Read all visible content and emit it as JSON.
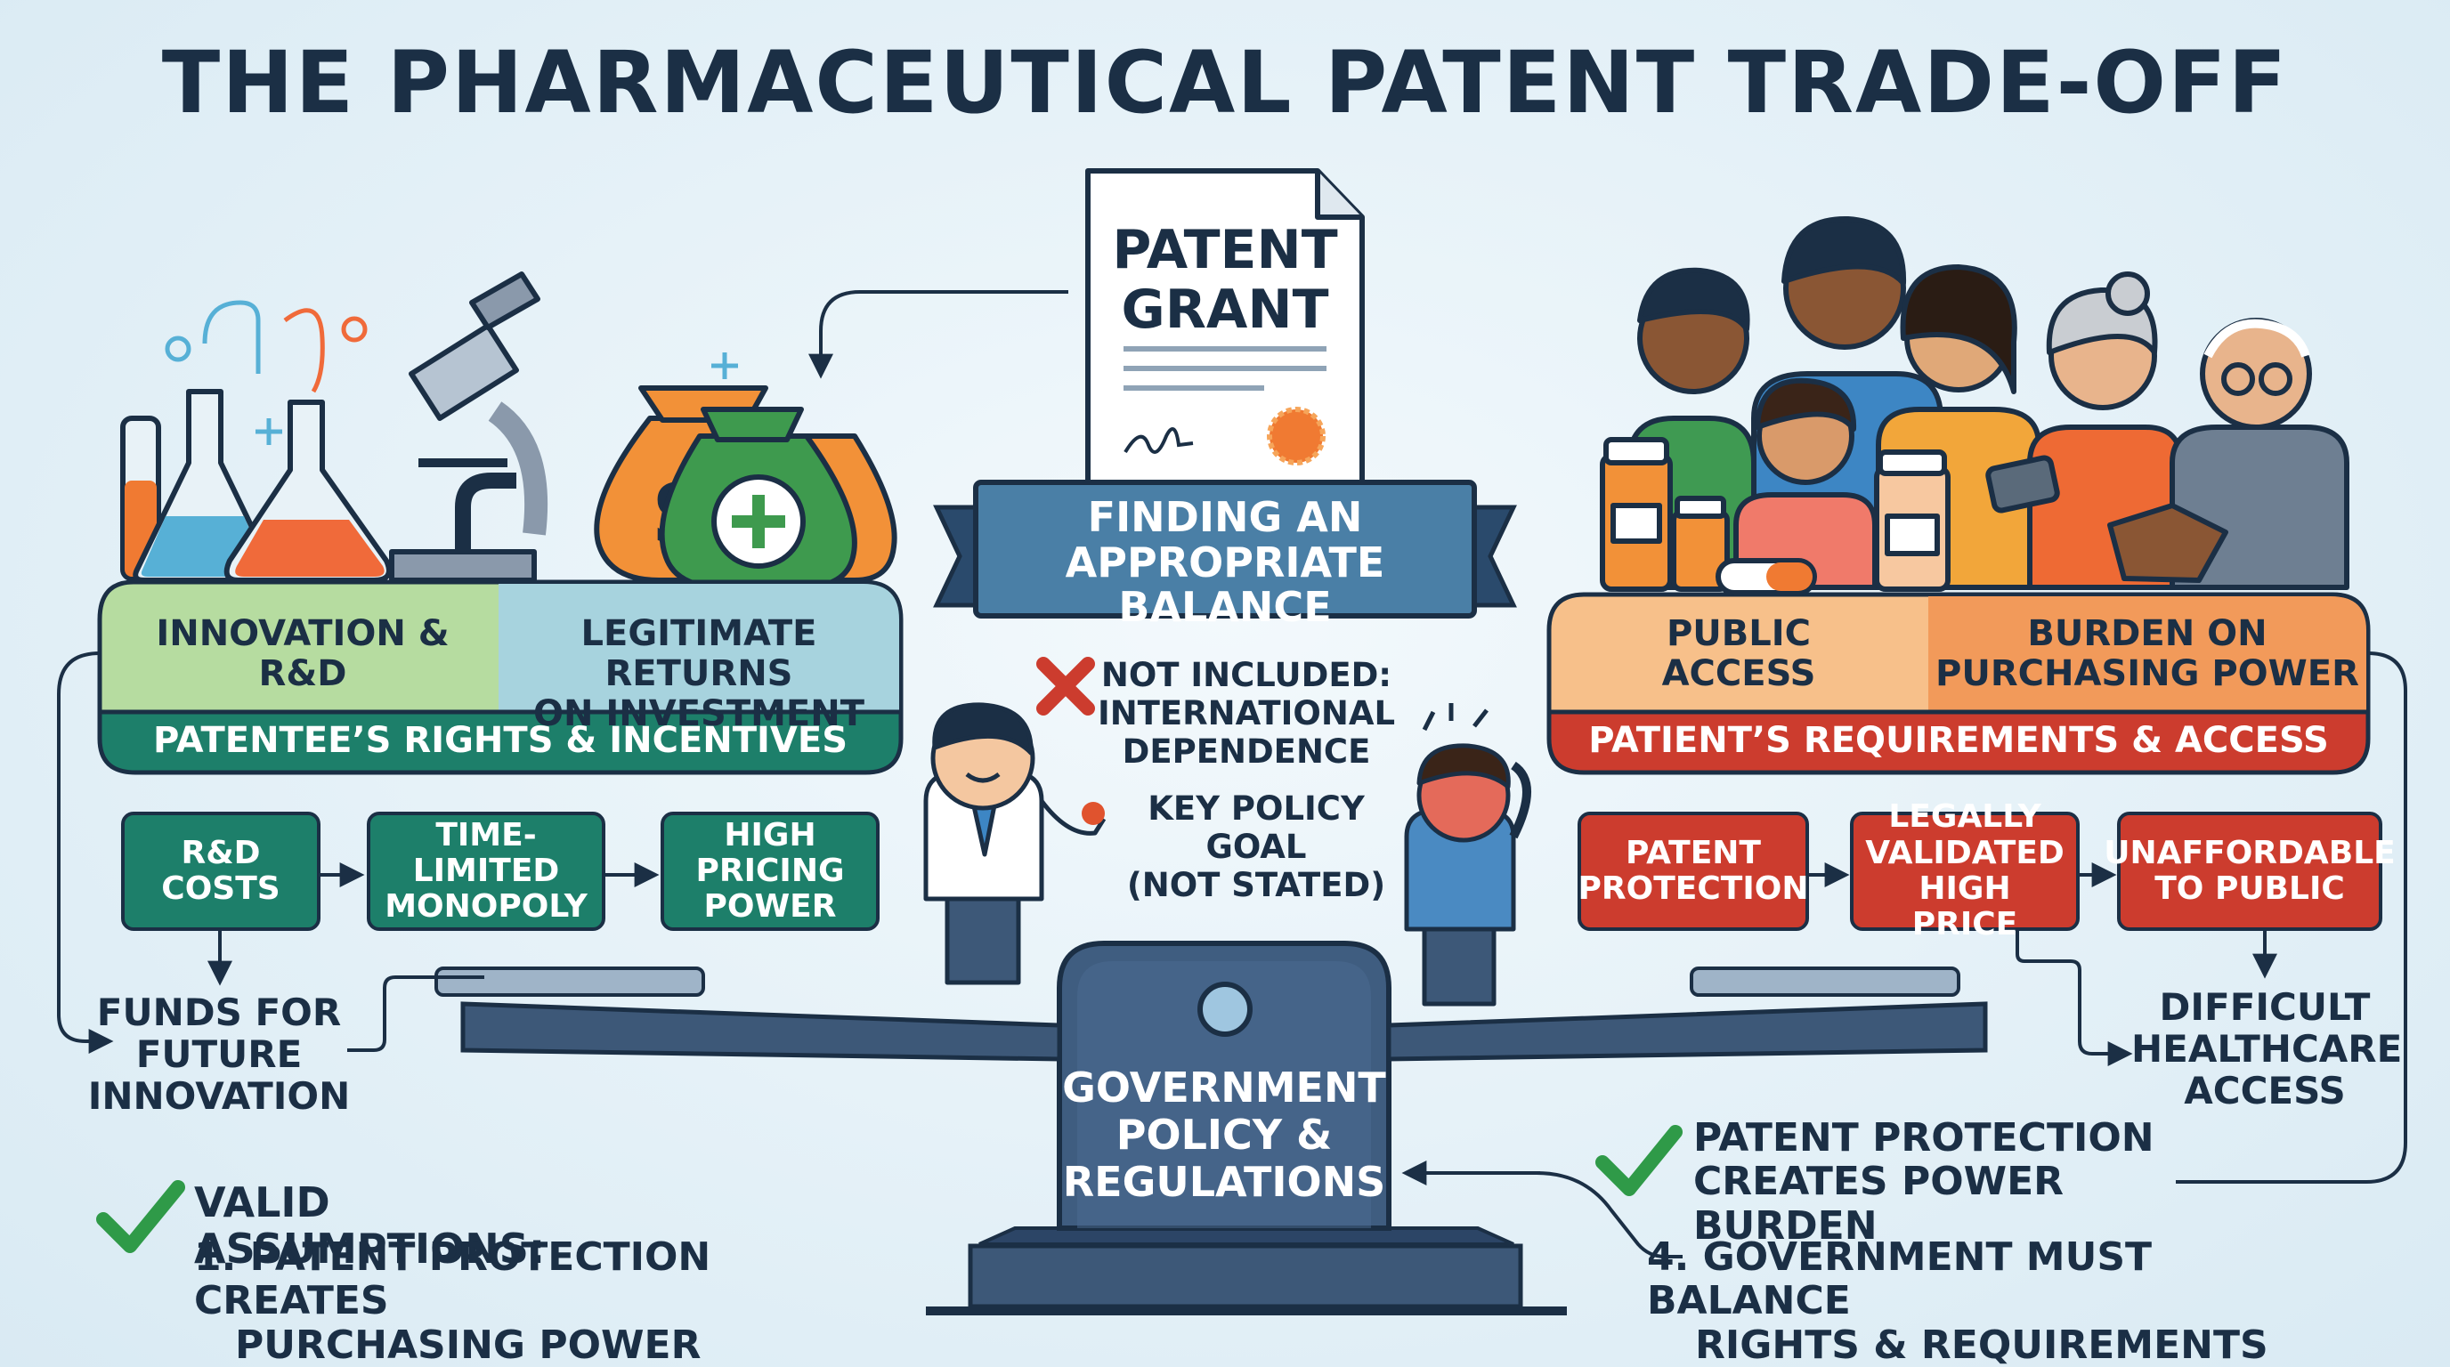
{
  "title": "THE PHARMACEUTICAL PATENT TRADE-OFF",
  "patent_doc": {
    "line1": "PATENT",
    "line2": "GRANT"
  },
  "balance_banner": {
    "line1": "FINDING AN",
    "line2": "APPROPRIATE BALANCE"
  },
  "left_panel": {
    "innovation": {
      "line1": "INNOVATION &",
      "line2": "R&D"
    },
    "returns": {
      "line1": "LEGITIMATE RETURNS",
      "line2": "ON INVESTMENT"
    },
    "footer": "PATENTEE’S RIGHTS & INCENTIVES"
  },
  "right_panel": {
    "access": {
      "line1": "PUBLIC",
      "line2": "ACCESS"
    },
    "burden": {
      "line1": "BURDEN ON",
      "line2": "PURCHASING POWER"
    },
    "footer": "PATIENT’S REQUIREMENTS & ACCESS"
  },
  "left_flow": {
    "rd_costs": {
      "line1": "R&D",
      "line2": "COSTS"
    },
    "monopoly": {
      "line1": "TIME-LIMITED",
      "line2": "MONOPOLY"
    },
    "pricing": {
      "line1": "HIGH",
      "line2": "PRICING",
      "line3": "POWER"
    },
    "funds": {
      "line1": "FUNDS FOR",
      "line2": "FUTURE",
      "line3": "INNOVATION"
    }
  },
  "right_flow": {
    "protection": {
      "line1": "PATENT",
      "line2": "PROTECTION"
    },
    "validated": {
      "line1": "LEGALLY",
      "line2": "VALIDATED",
      "line3": "HIGH PRICE"
    },
    "unaffordable": {
      "line1": "UNAFFORDABLE",
      "line2": "TO PUBLIC"
    },
    "difficult": {
      "line1": "DIFFICULT",
      "line2": "HEALTHCARE",
      "line3": "ACCESS"
    }
  },
  "not_included": {
    "line1": "NOT INCLUDED:",
    "line2": "INTERNATIONAL",
    "line3": "DEPENDENCE"
  },
  "key_policy": {
    "line1": "KEY POLICY GOAL",
    "line2": "(NOT STATED)"
  },
  "government": {
    "line1": "GOVERNMENT",
    "line2": "POLICY &",
    "line3": "REGULATIONS"
  },
  "valid_assumptions": {
    "heading": "VALID ASSUMPTIONS:",
    "item1_line1": "1. PATENT PROTECTION CREATES",
    "item1_line2": "PURCHASING POWER BURDEN"
  },
  "right_check": {
    "line1": "PATENT PROTECTION",
    "line2": "CREATES POWER BURDEN"
  },
  "gov_balance": {
    "line1": "4. GOVERNMENT MUST BALANCE",
    "line2": "RIGHTS & REQUIREMENTS"
  },
  "colors": {
    "navy": "#1b2f45",
    "teal": "#1d7f6a",
    "red": "#cc3c2e",
    "orange": "#f29a5a",
    "green_light": "#b6dca0",
    "blue_light": "#9fcfe0",
    "steel": "#3d5878",
    "check": "#2f9a48"
  }
}
